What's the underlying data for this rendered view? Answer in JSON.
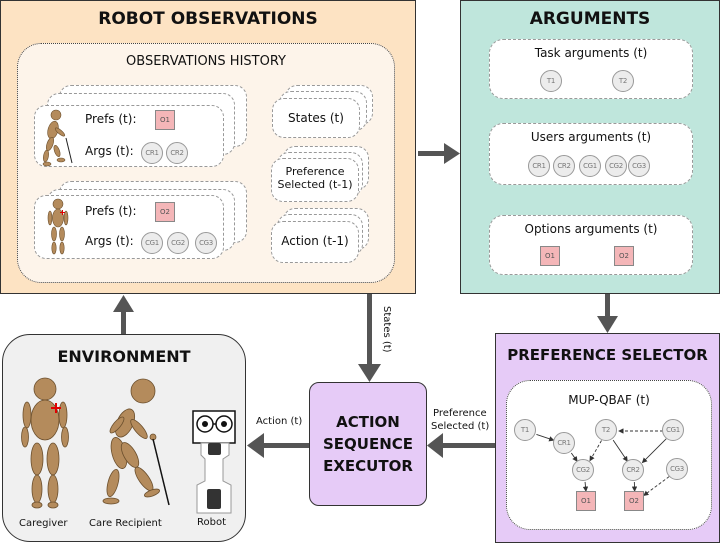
{
  "robot_observations": {
    "title": "ROBOT OBSERVATIONS",
    "history_title": "OBSERVATIONS HISTORY",
    "care_recipient_card": {
      "prefs_label": "Prefs (t):",
      "prefs_value": "O1",
      "args_label": "Args (t):",
      "args": [
        "CR1",
        "CR2"
      ]
    },
    "caregiver_card": {
      "prefs_label": "Prefs (t):",
      "prefs_value": "O2",
      "args_label": "Args (t):",
      "args": [
        "CG1",
        "CG2",
        "CG3"
      ]
    },
    "states_label": "States (t)",
    "preference_selected_label_1": "Preference",
    "preference_selected_label_2": "Selected (t-1)",
    "action_label": "Action (t-1)"
  },
  "arguments": {
    "title": "ARGUMENTS",
    "task": {
      "title": "Task arguments (t)",
      "nodes": [
        "T1",
        "T2"
      ]
    },
    "users": {
      "title": "Users arguments (t)",
      "nodes": [
        "CR1",
        "CR2",
        "CG1",
        "CG2",
        "CG3"
      ]
    },
    "options": {
      "title": "Options arguments (t)",
      "nodes": [
        "O1",
        "O2"
      ]
    }
  },
  "preference_selector": {
    "title": "PREFERENCE SELECTOR",
    "graph_title": "MUP-QBAF (t)",
    "nodes": {
      "T1": "T1",
      "CR1": "CR1",
      "T2": "T2",
      "CG1": "CG1",
      "CG2": "CG2",
      "CR2": "CR2",
      "CG3": "CG3",
      "O1": "O1",
      "O2": "O2"
    },
    "edges": [
      {
        "from": "T1",
        "to": "CR1",
        "style": "solid"
      },
      {
        "from": "CR1",
        "to": "CG2",
        "style": "solid"
      },
      {
        "from": "T2",
        "to": "CG2",
        "style": "dashed"
      },
      {
        "from": "CG1",
        "to": "T2",
        "style": "dashed"
      },
      {
        "from": "T2",
        "to": "CR2",
        "style": "solid"
      },
      {
        "from": "CG1",
        "to": "CR2",
        "style": "solid"
      },
      {
        "from": "CG2",
        "to": "O1",
        "style": "solid"
      },
      {
        "from": "CR2",
        "to": "O2",
        "style": "solid"
      },
      {
        "from": "CG3",
        "to": "O2",
        "style": "dashed"
      }
    ]
  },
  "executor": {
    "line1": "ACTION",
    "line2": "SEQUENCE",
    "line3": "EXECUTOR"
  },
  "environment": {
    "title": "ENVIRONMENT",
    "agents": [
      "Caregiver",
      "Care Recipient",
      "Robot"
    ]
  },
  "flows": {
    "states": "States (t)",
    "action": "Action (t)",
    "preference_1": "Preference",
    "preference_2": "Selected (t)"
  },
  "colors": {
    "robot_observations_bg": "#fde3c3",
    "history_bg": "#fdf4ea",
    "arguments_bg": "#bfe6dc",
    "selector_bg": "#e6cbf7",
    "executor_bg": "#e6cbf7",
    "environment_bg": "#f0f0f0",
    "option_fill": "#f4b6b8",
    "figure_brown": "#b48b5c",
    "arrow": "#555555"
  }
}
